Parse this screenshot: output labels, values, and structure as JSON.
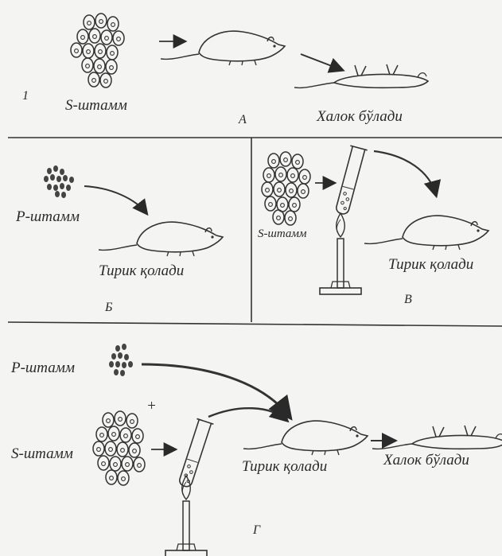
{
  "panel_1": {
    "numeral": "1",
    "strain_label": "S-штамм",
    "result_label": "Халок бўлади",
    "panel_letter": "А"
  },
  "panel_2": {
    "strain_label": "Р-штамм",
    "result_label": "Тирик қолади",
    "panel_letter": "Б"
  },
  "panel_3": {
    "strain_label": "S-штамм",
    "result_label": "Тирик қолади",
    "panel_letter": "В"
  },
  "panel_4": {
    "strain_r_label": "Р-штамм",
    "plus_sign": "+",
    "strain_s_label": "S-штамм",
    "result_alive_label": "Тирик қолади",
    "result_dead_label": "Халок бўлади",
    "panel_letter": "Г"
  },
  "colors": {
    "ink": "#2a2a2a",
    "paper": "#f4f4f2"
  }
}
